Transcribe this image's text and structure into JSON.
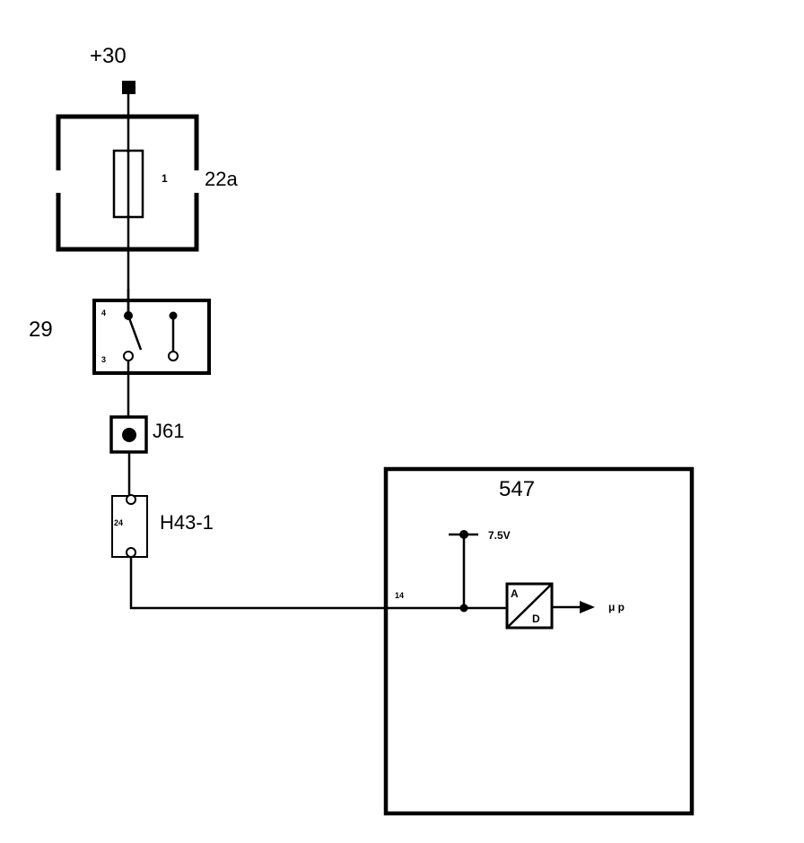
{
  "terminal": {
    "label": "+30"
  },
  "fuse_box": {
    "label": "22a",
    "fuse_number": "1"
  },
  "relay": {
    "label": "29",
    "pin_top": "4",
    "pin_bottom": "3"
  },
  "junction": {
    "label": "J61"
  },
  "connector": {
    "label": "H43-1",
    "pin": "24"
  },
  "module": {
    "label": "547",
    "input_pin": "14",
    "reference_voltage": "7.5V",
    "adc_input": "A",
    "adc_output": "D",
    "output": "μ p"
  }
}
